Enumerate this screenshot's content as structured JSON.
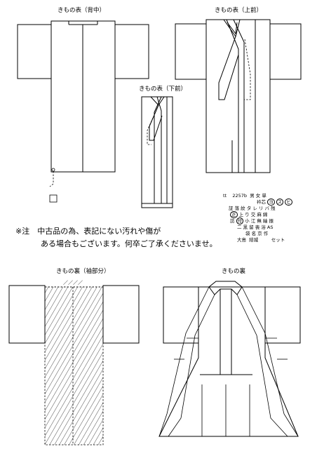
{
  "figures": {
    "back": {
      "title": "きもの表（背中）",
      "tag": "ロ"
    },
    "front_upper": {
      "title": "きもの表（上前）"
    },
    "front_lower": {
      "title": "きもの表（下前）"
    },
    "lining_sleeve": {
      "title": "きもの裏（袖部分）",
      "hatch_mark": "／／／／"
    },
    "lining": {
      "title": "きもの裏"
    }
  },
  "note": {
    "line1": "※注　中古品の為、表記にない汚れや傷が",
    "line2": "ある場合もございます。何卒ご了承くださいませ。"
  },
  "code_table": {
    "rows": [
      [
        "tt",
        "2257b",
        "男",
        "女",
        "単"
      ],
      [
        "衿",
        "芯",
        "ヨ",
        "ス",
        "ヒ"
      ],
      [
        "証",
        "落",
        "紋",
        "タ",
        "レ",
        "リ",
        "バ",
        "残"
      ],
      [
        "正",
        "上",
        "り",
        "交",
        "麻",
        "綿"
      ],
      [
        "訪",
        "付",
        "小",
        "江",
        "無",
        "紬",
        "振"
      ],
      [
        "二",
        "黒",
        "留",
        "喪",
        "浴",
        "AS"
      ],
      [
        "袋",
        "名",
        "京",
        "作"
      ],
      [
        "大島",
        "結城",
        "セット"
      ]
    ],
    "circled": [
      "ヨ",
      "ス",
      "ヒ",
      "正",
      "付"
    ]
  }
}
